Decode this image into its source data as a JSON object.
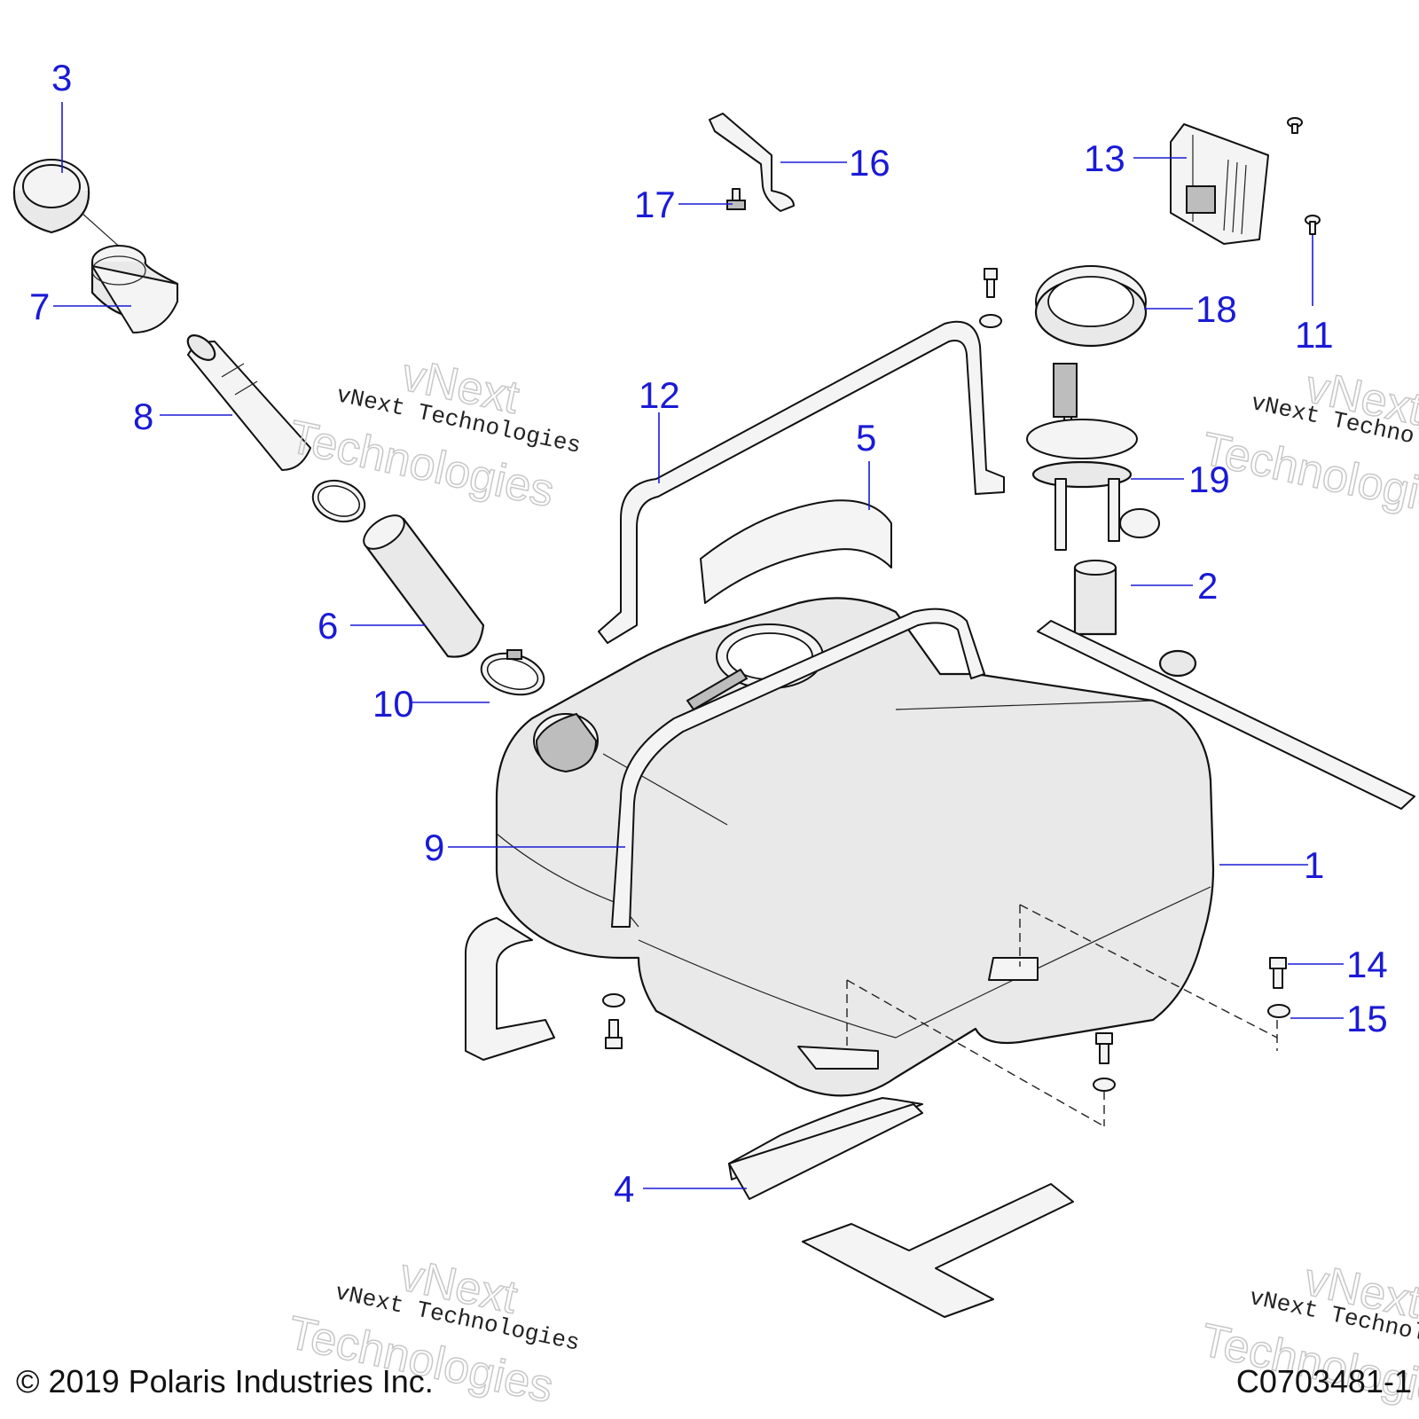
{
  "diagram": {
    "callouts": [
      {
        "id": "1",
        "label": "1"
      },
      {
        "id": "2",
        "label": "2"
      },
      {
        "id": "3",
        "label": "3"
      },
      {
        "id": "4",
        "label": "4"
      },
      {
        "id": "5",
        "label": "5"
      },
      {
        "id": "6",
        "label": "6"
      },
      {
        "id": "7",
        "label": "7"
      },
      {
        "id": "8",
        "label": "8"
      },
      {
        "id": "9",
        "label": "9"
      },
      {
        "id": "10",
        "label": "10"
      },
      {
        "id": "11",
        "label": "11"
      },
      {
        "id": "12",
        "label": "12"
      },
      {
        "id": "13",
        "label": "13"
      },
      {
        "id": "14",
        "label": "14"
      },
      {
        "id": "15",
        "label": "15"
      },
      {
        "id": "16",
        "label": "16"
      },
      {
        "id": "17",
        "label": "17"
      },
      {
        "id": "18",
        "label": "18"
      },
      {
        "id": "19",
        "label": "19"
      }
    ],
    "callout_color": "#1a1ad6"
  },
  "watermark": {
    "line1": "vNext Technologies",
    "outline_top": "vNext",
    "outline_bottom": "Technologies"
  },
  "footer": {
    "copyright": "© 2019 Polaris Industries Inc.",
    "figure_code": "C0703481-1"
  }
}
